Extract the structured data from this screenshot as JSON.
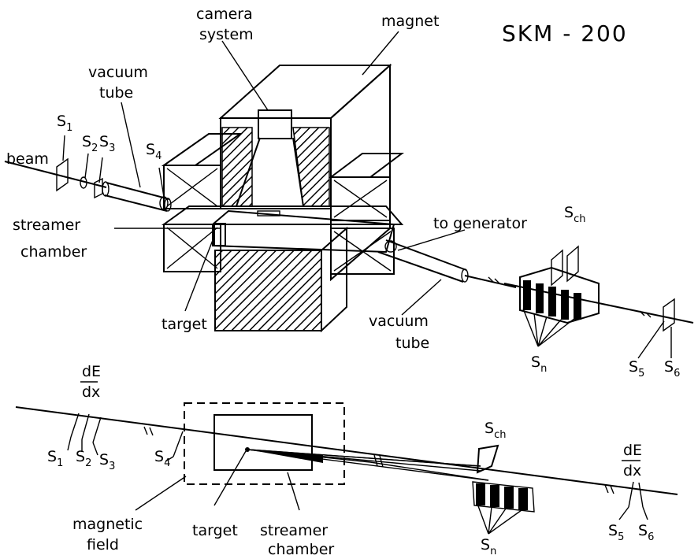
{
  "title": "SKM - 200",
  "top_view": {
    "labels": {
      "camera": "camera\nsystem",
      "magnet": "magnet",
      "vacuum_tube_upstream": "vacuum\ntube",
      "beam": "beam",
      "s1": "S1",
      "s2": "S2",
      "s3": "S3",
      "s4": "S4",
      "streamer_chamber": "streamer\nchamber",
      "to_generator": "to generator",
      "s_ch": "Sch",
      "target": "target",
      "vacuum_tube_downstream": "vacuum\ntube",
      "s_n": "Sn",
      "s5": "S5",
      "s6": "S6"
    }
  },
  "bottom_view": {
    "labels": {
      "dedx_left": "dE\ndx",
      "s1": "S1",
      "s2": "S2",
      "s3": "S3",
      "s4": "S4",
      "magnetic_field": "magnetic\nfield",
      "target": "target",
      "streamer_chamber": "streamer\nchamber",
      "s_ch": "Sch",
      "s_n": "Sn",
      "dedx_right": "dE\ndx",
      "s5": "S5",
      "s6": "S6"
    }
  }
}
